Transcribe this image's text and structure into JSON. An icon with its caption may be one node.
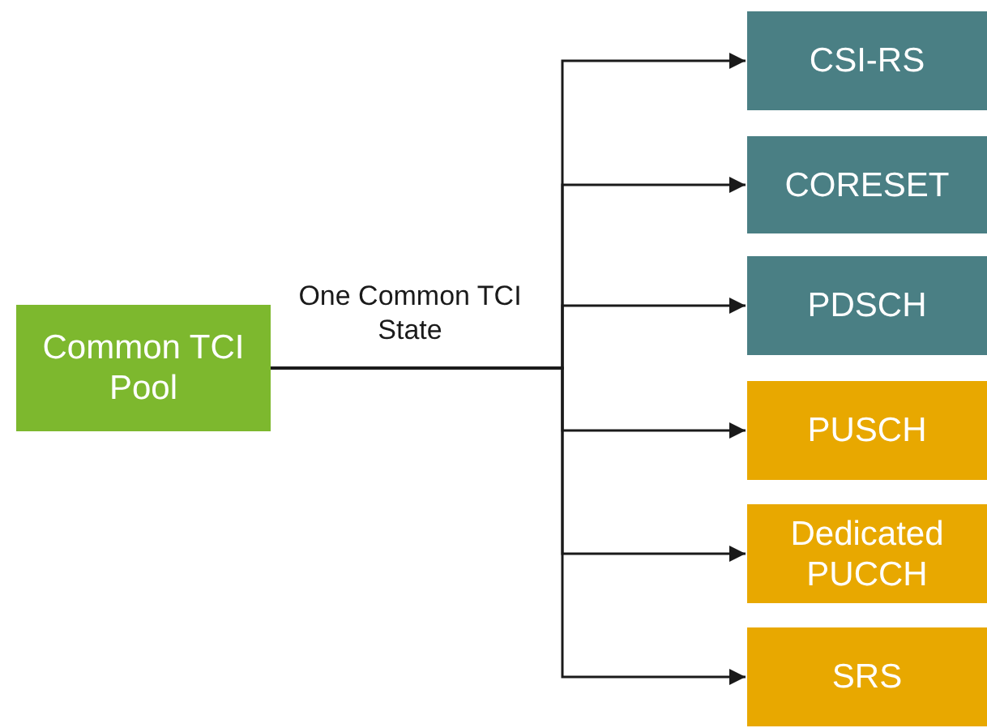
{
  "diagram": {
    "nodes": [
      {
        "text": [
          "Common TCI Pool"
        ]
      },
      {
        "text": [
          "CSI-RS"
        ]
      },
      {
        "text": [
          "CORESET"
        ]
      },
      {
        "text": [
          "PDSCH"
        ]
      },
      {
        "text": [
          "PUSCH"
        ]
      },
      {
        "text": [
          "Dedicated PUCCH"
        ]
      },
      {
        "text": [
          "SRS"
        ]
      }
    ],
    "edges": [
      {
        "from": 0,
        "to": 1,
        "arrow": "to",
        "label": "One Common TCI State"
      },
      {
        "from": 0,
        "to": 2,
        "arrow": "to"
      },
      {
        "from": 0,
        "to": 3,
        "arrow": "to"
      },
      {
        "from": 0,
        "to": 4,
        "arrow": "to"
      },
      {
        "from": 0,
        "to": 5,
        "arrow": "to"
      },
      {
        "from": 0,
        "to": 6,
        "arrow": "to"
      }
    ]
  }
}
